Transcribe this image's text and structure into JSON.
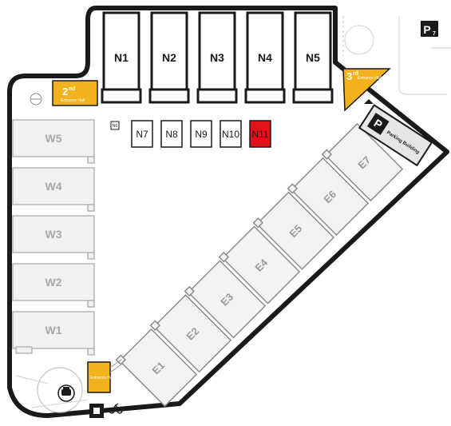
{
  "north_units": [
    "N1",
    "N2",
    "N3",
    "N4",
    "N5"
  ],
  "north_booths": [
    "N7",
    "N8",
    "N9",
    "N10",
    "N11"
  ],
  "highlighted_booth": "N11",
  "small_tag": "N6",
  "west_units": [
    "W5",
    "W4",
    "W3",
    "W2",
    "W1"
  ],
  "east_units": [
    "E1",
    "E2",
    "E3",
    "E4",
    "E5",
    "E6",
    "E7"
  ],
  "entrances": {
    "second": {
      "label": "2",
      "sup": "nd",
      "text": "Entrance Hall"
    },
    "third": {
      "label": "3",
      "sup": "rd",
      "text": "Entrance Hall"
    },
    "lower": {
      "text": "Entrance Hall"
    }
  },
  "parking_sign": {
    "letter": "P",
    "text": "Parking Building"
  },
  "corner_sign": {
    "letter": "P",
    "sub": "7"
  },
  "colors": {
    "highlight": "#e0141b",
    "entrance": "#f2b21c",
    "outline": "#1a1a1a"
  },
  "icons": [
    "car-icon",
    "bicycle-icon",
    "parking-icon",
    "elevator-icon",
    "arrow-icon"
  ]
}
